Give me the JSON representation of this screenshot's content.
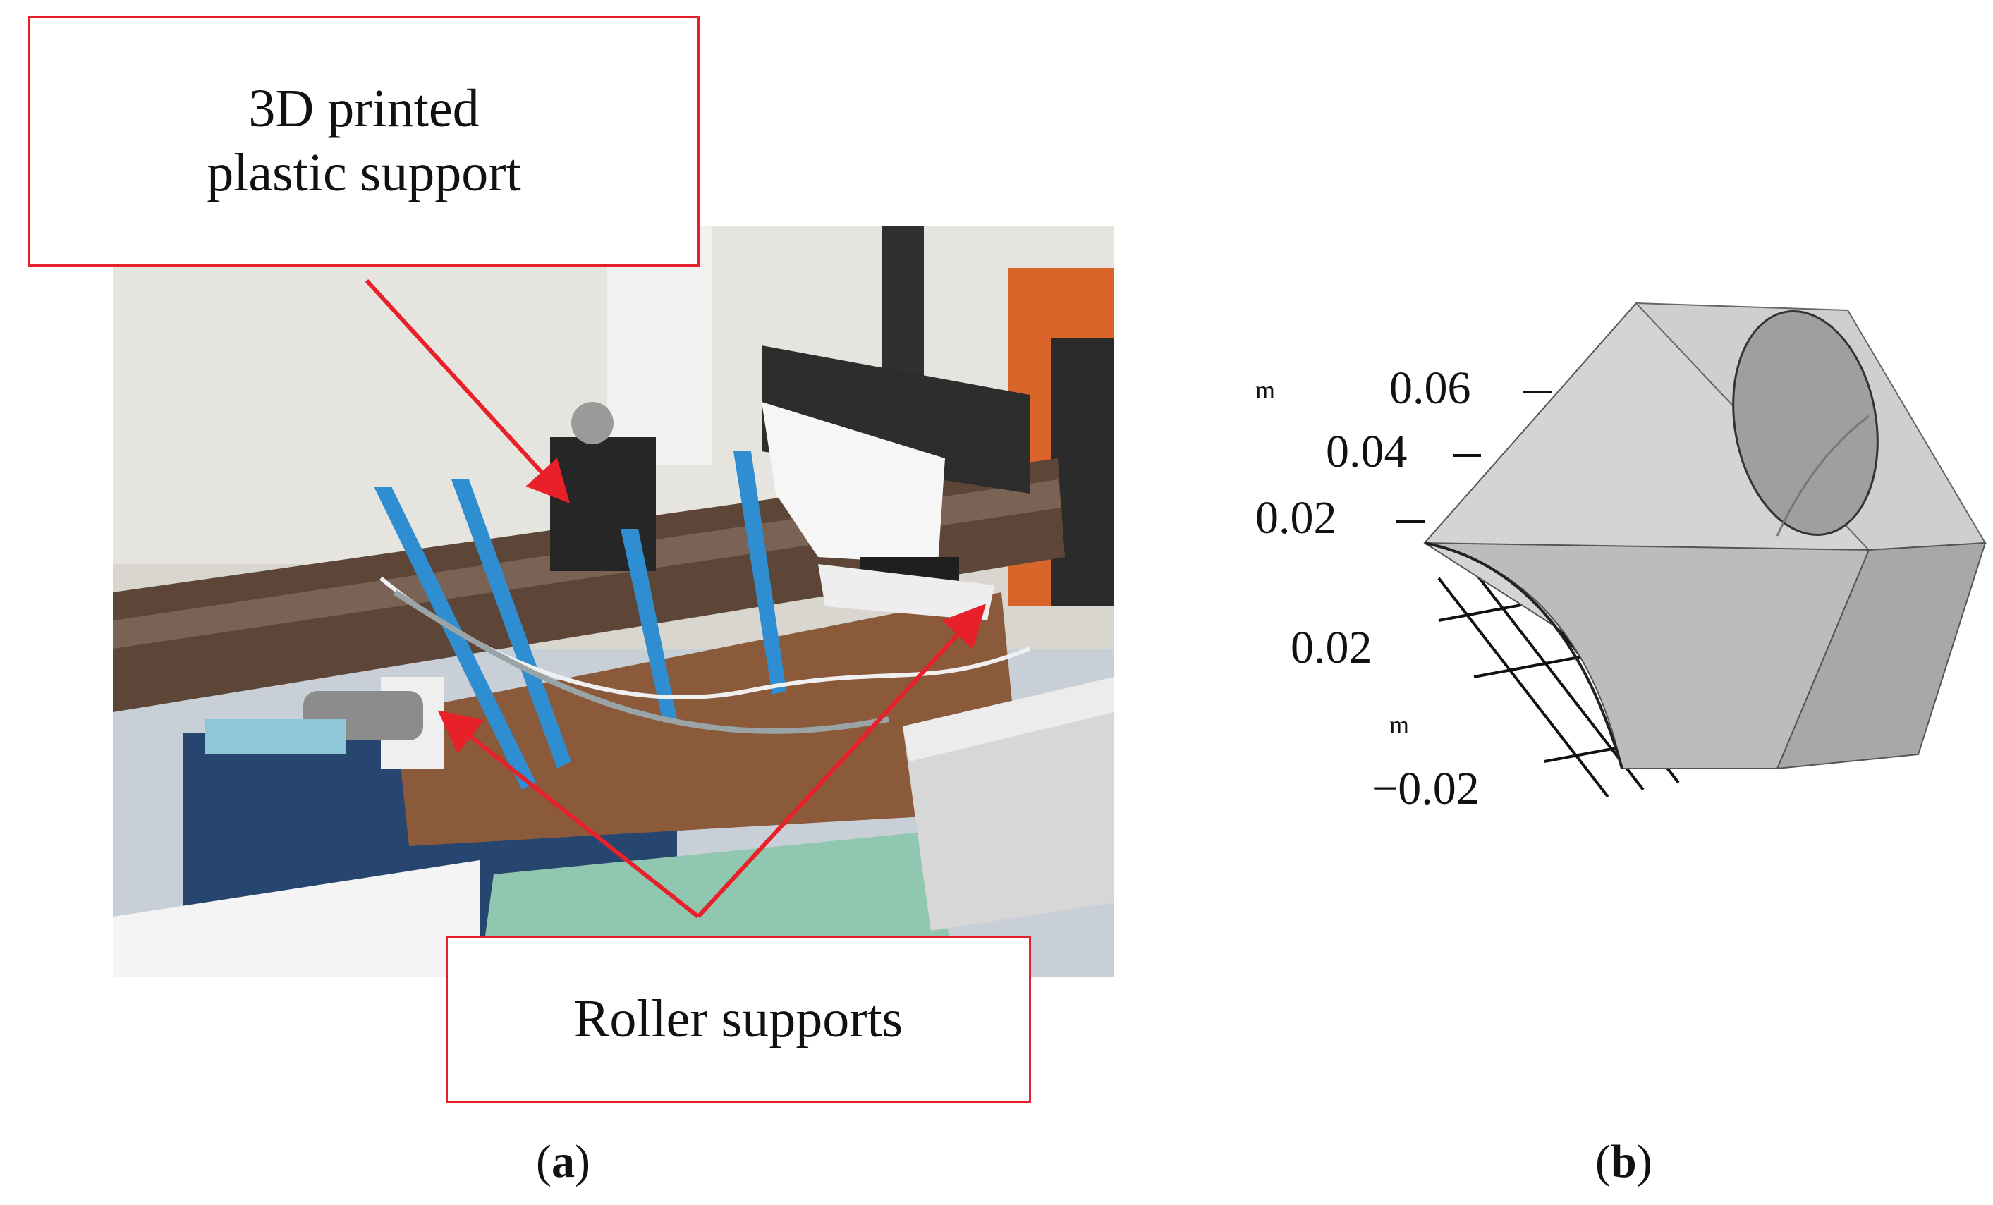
{
  "callouts": {
    "top_line1": "3D printed",
    "top_line2": "plastic support",
    "bottom": "Roller supports"
  },
  "panels": {
    "a": "a",
    "b": "b"
  },
  "cad_axes": {
    "z_unit": "m",
    "z_ticks": [
      "0.06",
      "0.04",
      "0.02"
    ],
    "y_tick": "0.02",
    "y_unit": "m",
    "x_tick": "−0.02"
  },
  "colors": {
    "callout_border": "#e8202a",
    "arrow": "#e8202a",
    "model_fill": "#d2d2d2"
  }
}
